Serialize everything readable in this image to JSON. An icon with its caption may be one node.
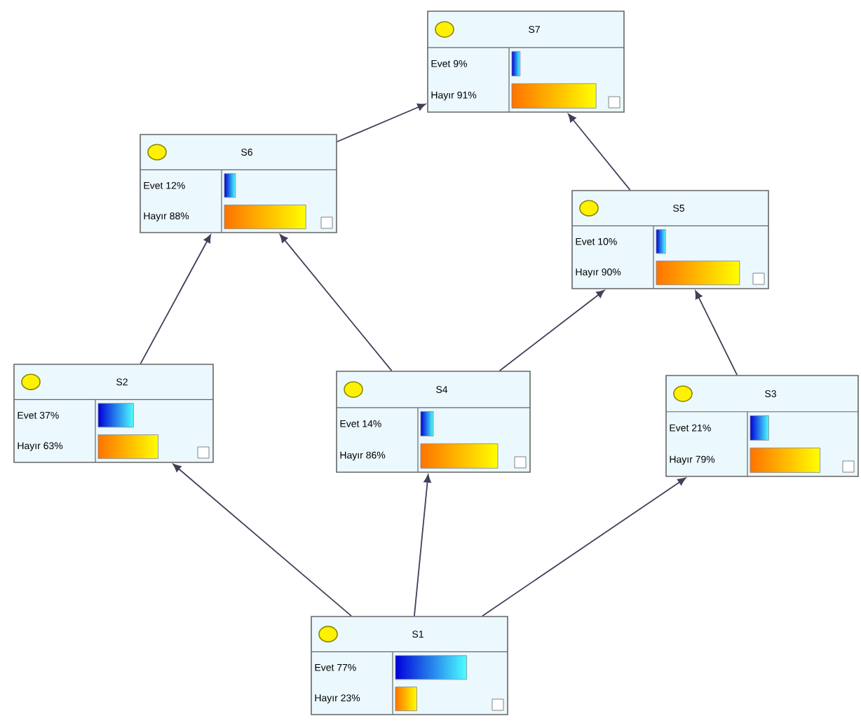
{
  "diagram": {
    "nodes": [
      {
        "text": [
          "S7",
          "Evet 9%",
          "Hayır 91%"
        ]
      },
      {
        "text": [
          "S6",
          "Evet 12%",
          "Hayır 88%"
        ]
      },
      {
        "text": [
          "S5",
          "Evet 10%",
          "Hayır 90%"
        ]
      },
      {
        "text": [
          "S2",
          "Evet 37%",
          "Hayır 63%"
        ]
      },
      {
        "text": [
          "S4",
          "Evet 14%",
          "Hayır 86%"
        ]
      },
      {
        "text": [
          "S3",
          "Evet 21%",
          "Hayır 79%"
        ]
      },
      {
        "text": [
          "S1",
          "Evet 77%",
          "Hayır 23%"
        ]
      }
    ],
    "edges": [
      {
        "from": 6,
        "to": 3,
        "arrow": "to"
      },
      {
        "from": 6,
        "to": 4,
        "arrow": "to"
      },
      {
        "from": 6,
        "to": 5,
        "arrow": "to"
      },
      {
        "from": 3,
        "to": 1,
        "arrow": "to"
      },
      {
        "from": 4,
        "to": 1,
        "arrow": "to"
      },
      {
        "from": 4,
        "to": 2,
        "arrow": "to"
      },
      {
        "from": 5,
        "to": 2,
        "arrow": "to"
      },
      {
        "from": 1,
        "to": 0,
        "arrow": "to"
      },
      {
        "from": 2,
        "to": 0,
        "arrow": "to"
      }
    ]
  }
}
